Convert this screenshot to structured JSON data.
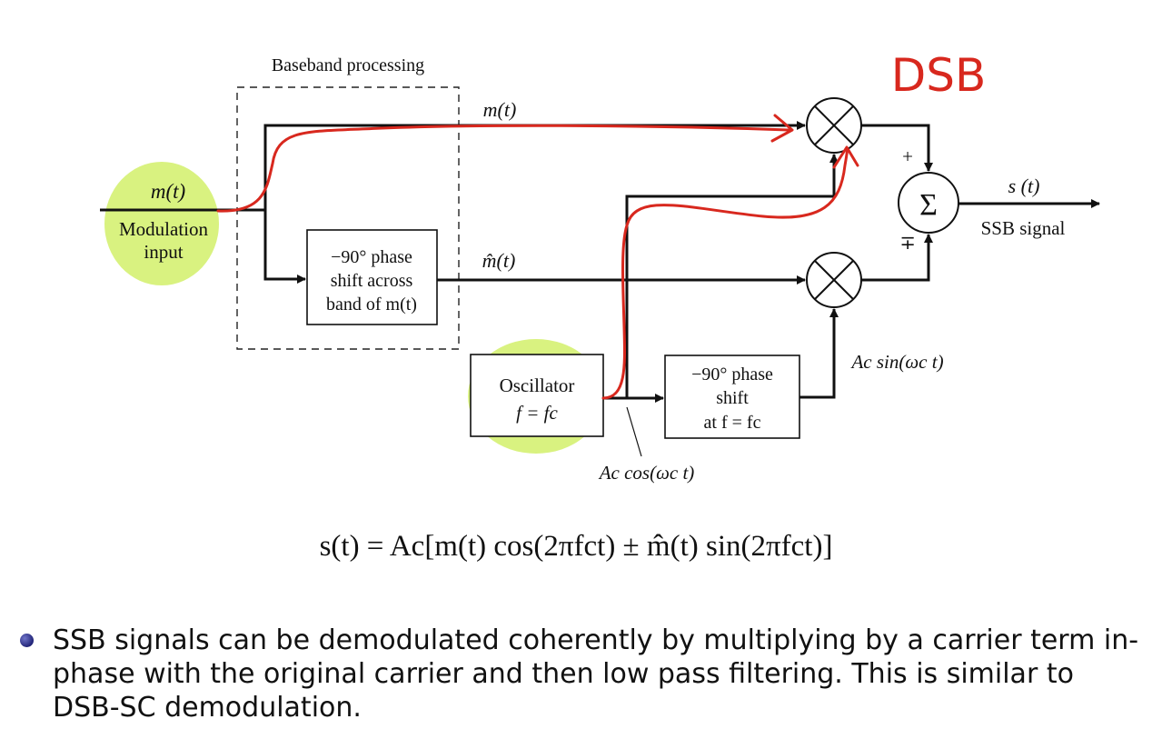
{
  "diagram": {
    "baseband_label": "Baseband processing",
    "input_signal": "m(t)",
    "input_label_line1": "Modulation",
    "input_label_line2": "input",
    "upper_path_signal": "m(t)",
    "lower_path_signal": "m̂(t)",
    "phase_shift_box": [
      "−90° phase",
      "shift across",
      "band of m(t)"
    ],
    "oscillator_box": [
      "Oscillator",
      "f = fc"
    ],
    "carrier_shift_box": [
      "−90° phase",
      "shift",
      "at f = fc"
    ],
    "cos_label": "Ac cos(ωc t)",
    "sin_label": "Ac sin(ωc t)",
    "sum_symbol": "Σ",
    "plus_sign": "+",
    "minus_plus_sign": "∓",
    "output_signal": "s (t)",
    "output_label": "SSB signal",
    "annotation": "DSB"
  },
  "equation": "s(t) = Ac[m(t) cos(2πfct) ± m̂(t) sin(2πfct)]",
  "bullet": "SSB signals can be demodulated coherently by multiplying by a carrier term in-phase with the original carrier and then low pass filtering. This is similar to DSB-SC demodulation.",
  "colors": {
    "annotation_red": "#d8281e",
    "highlight_green": "#d2f06a",
    "bullet": "#1d1f73"
  }
}
